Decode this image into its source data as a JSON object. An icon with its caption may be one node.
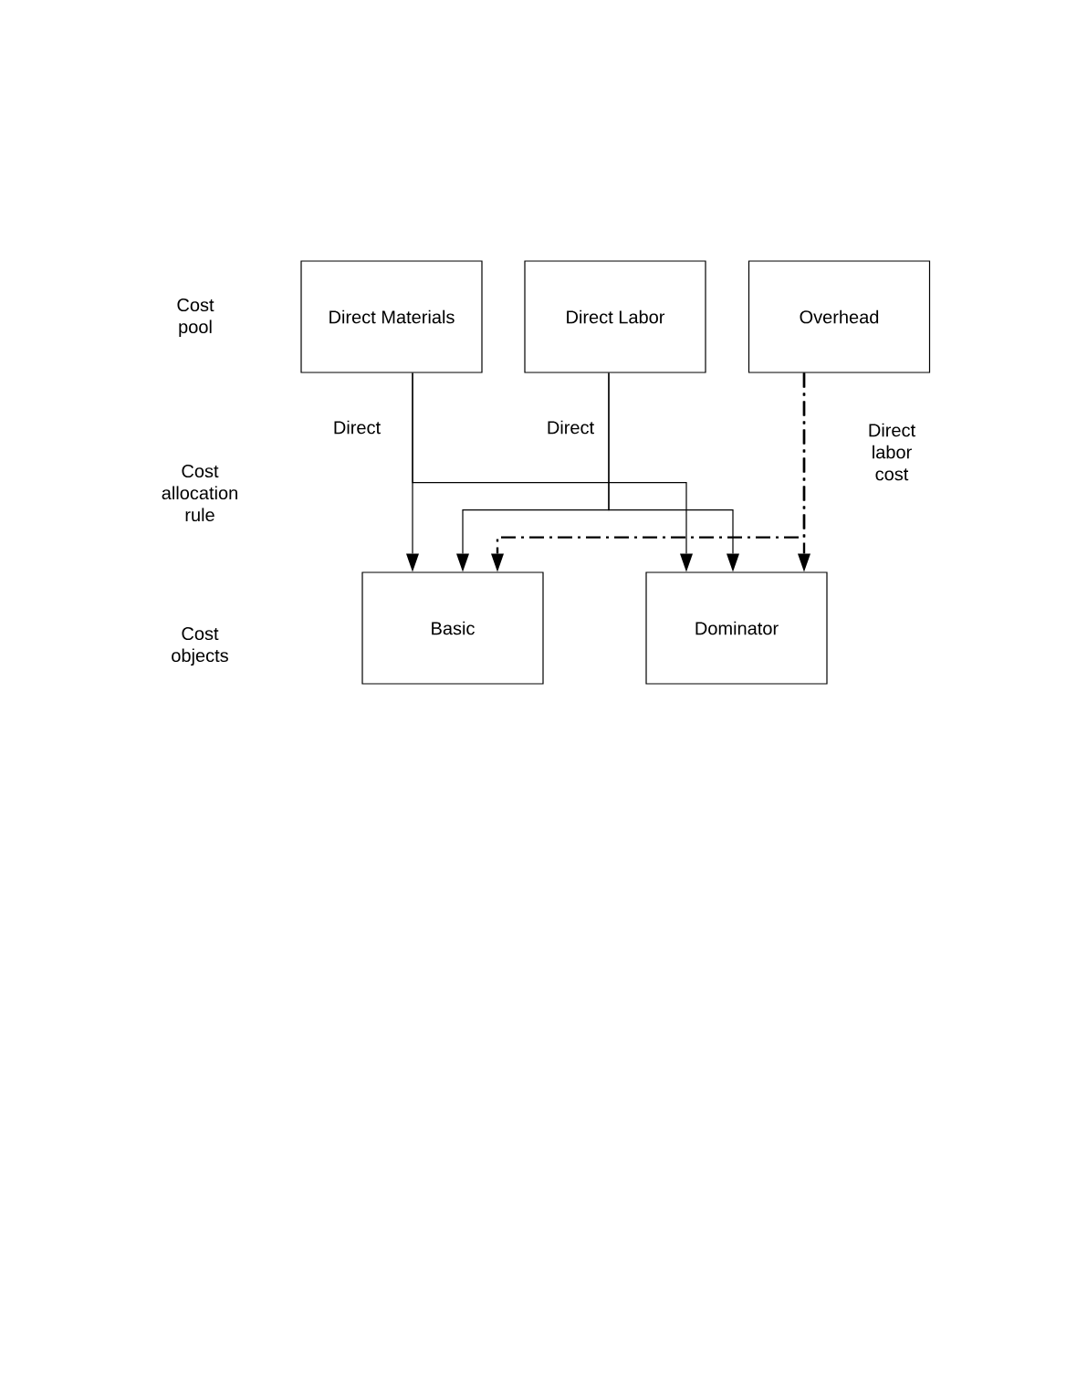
{
  "diagram": {
    "nodes": [
      {
        "text": [
          "Direct Materials"
        ]
      },
      {
        "text": [
          "Direct Labor"
        ]
      },
      {
        "text": [
          "Overhead"
        ]
      },
      {
        "text": [
          "Basic"
        ]
      },
      {
        "text": [
          "Dominator"
        ]
      }
    ],
    "edges": [
      {
        "from": 0,
        "to": 3,
        "arrow": "to",
        "label": "Direct"
      },
      {
        "from": 0,
        "to": 4,
        "arrow": "to"
      },
      {
        "from": 1,
        "to": 3,
        "arrow": "to",
        "label": "Direct"
      },
      {
        "from": 1,
        "to": 4,
        "arrow": "to"
      },
      {
        "from": 2,
        "to": 3,
        "arrow": "to",
        "style": "dashed"
      },
      {
        "from": 2,
        "to": 4,
        "arrow": "to",
        "style": "dashed",
        "label": "Direct labor cost"
      }
    ],
    "labels": [
      "Cost pool",
      "Cost allocation rule",
      "Cost objects"
    ]
  }
}
